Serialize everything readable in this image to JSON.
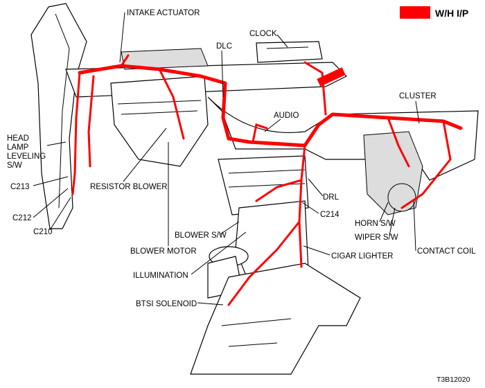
{
  "legend": {
    "label": "W/H I/P",
    "color": "#ff0000"
  },
  "labels": {
    "intake_actuator": "INTAKE ACTUATOR",
    "clock": "CLOCK",
    "dlc": "DLC",
    "cluster": "CLUSTER",
    "audio": "AUDIO",
    "head_lamp_leveling_sw": [
      "HEAD",
      "LAMP",
      "LEVELING",
      "S/W"
    ],
    "c213": "C213",
    "c212": "C212",
    "c210": "C210",
    "resistor_blower": "RESISTOR BLOWER",
    "drl": "DRL",
    "c214": "C214",
    "horn_sw": "HORN S/W",
    "wiper_sw": "WIPER S/W",
    "contact_coil": "CONTACT COIL",
    "blower_sw": "BLOWER S/W",
    "blower_motor": "BLOWER MOTOR",
    "cigar_lighter": "CIGAR LIGHTER",
    "illumination": "ILLUMINATION",
    "btsi_solenoid": "BTSI SOLENOID"
  },
  "figure_code": "T3B12020"
}
